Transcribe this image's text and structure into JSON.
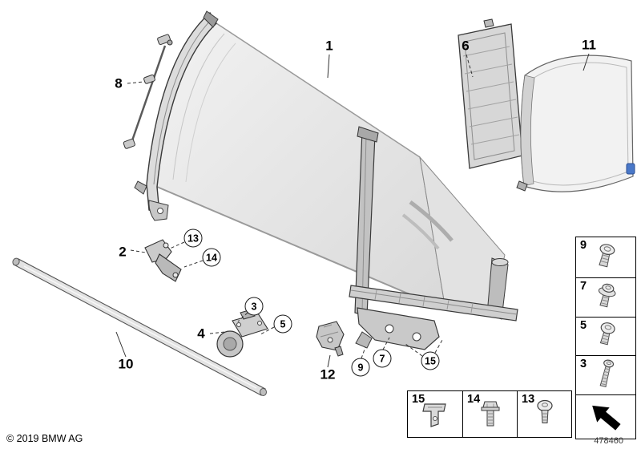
{
  "page": {
    "copyright": "© 2019 BMW AG",
    "diagram_number": "478460"
  },
  "callouts": {
    "item1": "1",
    "item2": "2",
    "item3": "3",
    "item4": "4",
    "item5": "5",
    "item6": "6",
    "item7": "7",
    "item8": "8",
    "item9": "9",
    "item10": "10",
    "item11": "11",
    "item12": "12",
    "item13": "13",
    "item14": "14",
    "item15": "15"
  },
  "icons": {
    "screw9": "pan-head-screw-icon",
    "screw7": "flange-head-screw-icon",
    "screw5": "dome-head-screw-icon",
    "screw3": "machine-screw-icon",
    "clip15": "retaining-clip-icon",
    "bolt14": "hex-flange-bolt-icon",
    "screw13": "round-head-screw-icon",
    "arrow": "direction-arrow-icon"
  }
}
